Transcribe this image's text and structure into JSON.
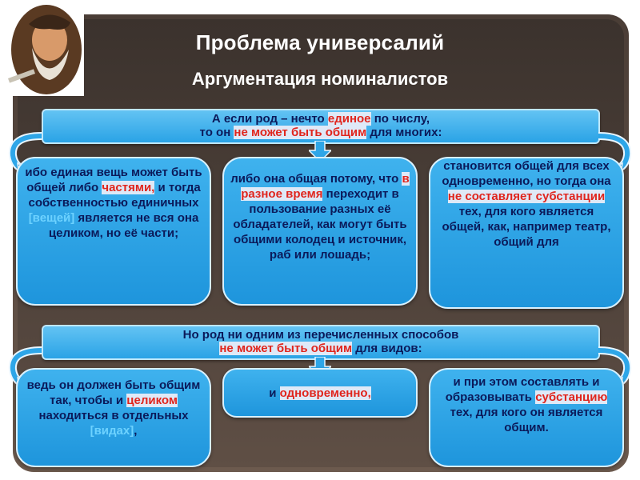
{
  "title": "Проблема универсалий",
  "subtitle": "Аргументация номиналистов",
  "icons": {
    "portrait": "philosopher-portrait-icon",
    "curved_arrow": "curved-arrow-icon",
    "down_arrow": "down-arrow-icon"
  },
  "colors": {
    "background": "#3b322d",
    "box_fill": "#2aa3e6",
    "text": "#0b1a5a",
    "highlight": "#e0251d"
  },
  "bar1": {
    "line1_a": "А если род – нечто ",
    "line1_red": "единое",
    "line1_b": " по числу,",
    "line2_a": "то он ",
    "line2_red": "не может быть общим",
    "line2_b": " для многих:"
  },
  "box1": {
    "t1": "ибо единая вещь может быть общей либо ",
    "red1": "частями,",
    "t2": " и тогда собственностью единичных ",
    "hl1": "[вещей]",
    "t3": " является не вся она целиком, но её части;"
  },
  "box2": {
    "t1": "либо она общая потому, что ",
    "red1": "в разное время",
    "t2": " переходит в пользование разных её обладателей, как могут быть общими колодец и источник, раб или лошадь;"
  },
  "box3": {
    "t1": "становится общей для всех одновременно, но тогда она ",
    "red1": "не составляет субстанции",
    "t2": " тех, для кого является общей, как, например театр, общий для"
  },
  "bar2": {
    "line1": "Но род ни одним из перечисленных способов",
    "line2_red": "не может быть общим",
    "line2_b": " для видов:"
  },
  "box4": {
    "t1": "ведь он должен быть общим так, чтобы и ",
    "red1": "целиком",
    "t2": " находиться в отдельных ",
    "hl1": "[видах]",
    "t3": ","
  },
  "box5": {
    "t1": "и ",
    "red1": "одновременно,"
  },
  "box6": {
    "t1": "и при этом составлять и образовывать ",
    "red1": "субстанцию",
    "t2": " тех, для кого он является общим."
  }
}
